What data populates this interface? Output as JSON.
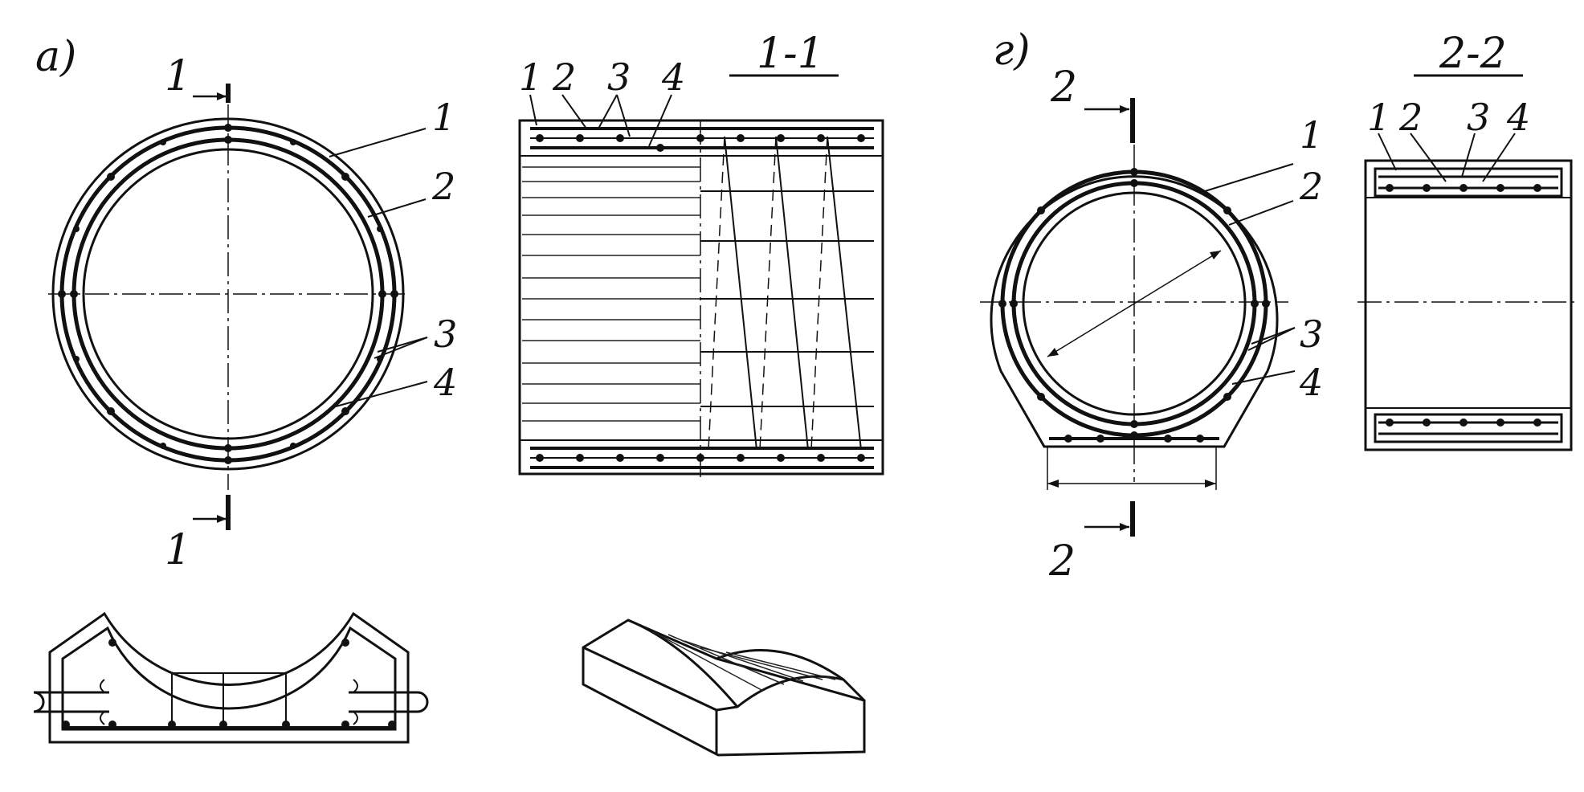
{
  "labels": {
    "view_a": "а)",
    "view_g": "г)",
    "section_1_title": "1-1",
    "section_2_title": "2-2",
    "cut_mark_1": "1",
    "cut_mark_2": "2",
    "n1": "1",
    "n2": "2",
    "n3": "3",
    "n4": "4"
  }
}
